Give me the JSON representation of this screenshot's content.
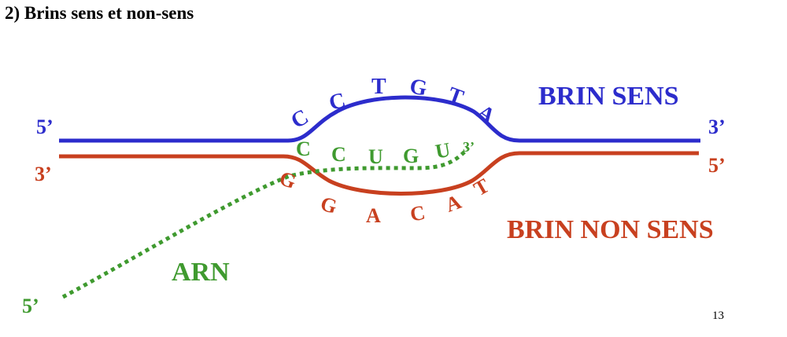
{
  "title": "2) Brins sens et non-sens",
  "page_number": "13",
  "colors": {
    "sens": "#2c2ccc",
    "non_sens": "#c8401f",
    "arn": "#3f9a2f",
    "text": "#000000"
  },
  "sens": {
    "label": "BRIN SENS",
    "end_left": "5’",
    "end_right": "3’",
    "bases": [
      "C",
      "C",
      "T",
      "G",
      "T",
      "A"
    ]
  },
  "non_sens": {
    "label": "BRIN NON SENS",
    "end_left": "3’",
    "end_right": "5’",
    "bases": [
      "G",
      "G",
      "A",
      "C",
      "A",
      "T"
    ]
  },
  "arn": {
    "label": "ARN",
    "end_5": "5’",
    "end_3": "3’",
    "bases": [
      "C",
      "C",
      "U",
      "G",
      "U"
    ]
  }
}
